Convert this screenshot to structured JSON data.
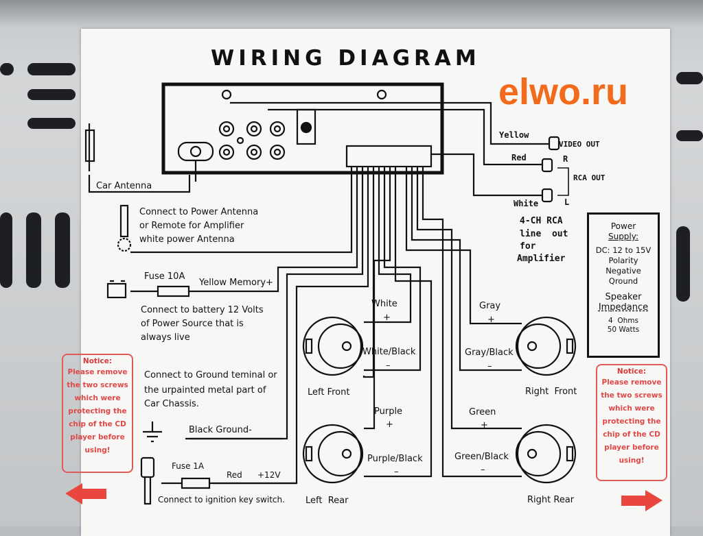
{
  "title": "WIRING DIAGRAM",
  "watermark": "elwo.ru",
  "antenna": {
    "label": "Car Antenna"
  },
  "power_antenna": [
    "Connect to Power Antenna",
    "or Remote for Amplifier",
    "white power Antenna"
  ],
  "memory": {
    "fuse": "Fuse 10A",
    "wire": "Yellow Memory+",
    "note": [
      "Connect to battery 12 Volts",
      "of Power Source that is",
      "always live"
    ]
  },
  "ground": {
    "note": [
      "Connect to Ground teminal or",
      "the urpainted metal part of",
      "Car Chassis."
    ],
    "wire": "Black Ground-"
  },
  "ignition": {
    "fuse": "Fuse 1A",
    "color": "Red",
    "voltage": "+12V",
    "note": "Connect to ignition key switch."
  },
  "rca": {
    "yellow": "Yellow",
    "video_out": "VIDEO OUT",
    "red": "Red",
    "r": "R",
    "rca_out": "RCA OUT",
    "white": "White",
    "l": "L",
    "amp_note": [
      "4-CH RCA",
      "line  out",
      "for",
      "Amplifier"
    ]
  },
  "power_box": {
    "heading1": "Power",
    "heading2": "Supply:",
    "lines": [
      "DC: 12 to 15V",
      "Polarity",
      "Negative",
      "Qround"
    ],
    "heading3": "Speaker",
    "heading4": "Impedance",
    "lines2": [
      "4  Ohms",
      "50 Watts"
    ]
  },
  "speakers": {
    "left_front": {
      "name": "Left Front",
      "pos": "White",
      "neg": "White/Black"
    },
    "right_front": {
      "name": "Right  Front",
      "pos": "Gray",
      "neg": "Gray/Black"
    },
    "left_rear": {
      "name": "Left  Rear",
      "pos": "Purple",
      "neg": "Purple/Black"
    },
    "right_rear": {
      "name": "Right Rear",
      "pos": "Green",
      "neg": "Green/Black"
    },
    "plus": "+",
    "minus": "–"
  },
  "notice": {
    "heading": "Notice:",
    "lines": [
      "Please remove",
      "the two screws",
      "which were",
      "protecting the",
      "chip of the CD",
      "player before",
      "using!"
    ]
  },
  "colors": {
    "brand": "#f26a1b",
    "notice": "#e04848"
  }
}
